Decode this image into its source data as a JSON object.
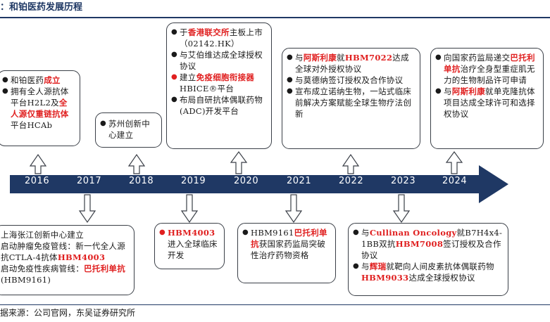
{
  "title": "：和铂医药发展历程",
  "source": "据来源：公司官网，东吴证券研究所",
  "colors": {
    "axis": "#1f3864",
    "highlight": "#e02020",
    "border": "#3a3f47"
  },
  "years": [
    "2016",
    "2017",
    "2018",
    "2019",
    "2020",
    "2021",
    "2022",
    "2023",
    "2024"
  ],
  "events": {
    "y2016": [
      [
        {
          "t": "和铂医药"
        },
        {
          "t": "成立",
          "h": true
        }
      ],
      [
        {
          "t": "拥有全人源抗体平台H2L2及"
        },
        {
          "t": "全人源仅重链抗体",
          "h": true
        },
        {
          "t": "平台HCAb"
        }
      ]
    ],
    "y2017": [
      [
        {
          "t": "上海张江创新中心建立"
        }
      ],
      [
        {
          "t": "启动肿瘤免疫管线：新一代全人源抗CTLA-4抗体"
        },
        {
          "t": "HBM4003",
          "h": true
        }
      ],
      [
        {
          "t": "启动免疫性疾病管线："
        },
        {
          "t": "巴托利单抗",
          "h": true
        },
        {
          "t": "(HBM9161)"
        }
      ]
    ],
    "y2018": [
      [
        {
          "t": "苏州创新中心建立"
        }
      ]
    ],
    "y2019": [
      [
        {
          "t": "HBM4003",
          "h": true
        },
        {
          "t": "进入全球临床开发"
        }
      ]
    ],
    "y2020": [
      [
        {
          "t": "于"
        },
        {
          "t": "香港联交所",
          "h": true
        },
        {
          "t": "主板上市（02142.HK）"
        }
      ],
      [
        {
          "t": "与艾伯维达成全球授权协议"
        }
      ],
      [
        {
          "t": "建立"
        },
        {
          "t": "免疫细胞衔接器",
          "h": true
        },
        {
          "t": "HBICE®平台"
        }
      ],
      [
        {
          "t": "布局自研抗体偶联药物(ADC)开发平台"
        }
      ]
    ],
    "y2021": [
      [
        {
          "t": "HBM9161"
        },
        {
          "t": "巴托利单抗",
          "h": true
        },
        {
          "t": "获国家药监局突破性治疗药物资格"
        }
      ]
    ],
    "y2022": [
      [
        {
          "t": "与"
        },
        {
          "t": "阿斯利康",
          "h": true
        },
        {
          "t": "就"
        },
        {
          "t": "HBM7022",
          "h": true
        },
        {
          "t": "达成全球对外授权协议"
        }
      ],
      [
        {
          "t": "与莫德纳签订授权及合作协议"
        }
      ],
      [
        {
          "t": "宣布成立诺纳生物，一站式临床前解决方案赋能全球生物疗法创新"
        }
      ]
    ],
    "y2023": [
      [
        {
          "t": "与"
        },
        {
          "t": "Cullinan Oncology",
          "h": true
        },
        {
          "t": "就B7H4x4-1BB双抗"
        },
        {
          "t": "HBM7008",
          "h": true
        },
        {
          "t": "签订授权及合作协议"
        }
      ],
      [
        {
          "t": "与"
        },
        {
          "t": "辉瑞",
          "h": true
        },
        {
          "t": "就靶向人间皮素抗体偶联药物"
        },
        {
          "t": "HBM9033",
          "h": true
        },
        {
          "t": "达成全球授权协议"
        }
      ]
    ],
    "y2024": [
      [
        {
          "t": "向国家药监局递交"
        },
        {
          "t": "巴托利单抗",
          "h": true
        },
        {
          "t": "治疗全身型重症肌无力的生物制品许可申请"
        }
      ],
      [
        {
          "t": "与"
        },
        {
          "t": "阿斯利康",
          "h": true
        },
        {
          "t": "就单克隆抗体项目达成全球许可和选择权协议"
        }
      ]
    ]
  }
}
